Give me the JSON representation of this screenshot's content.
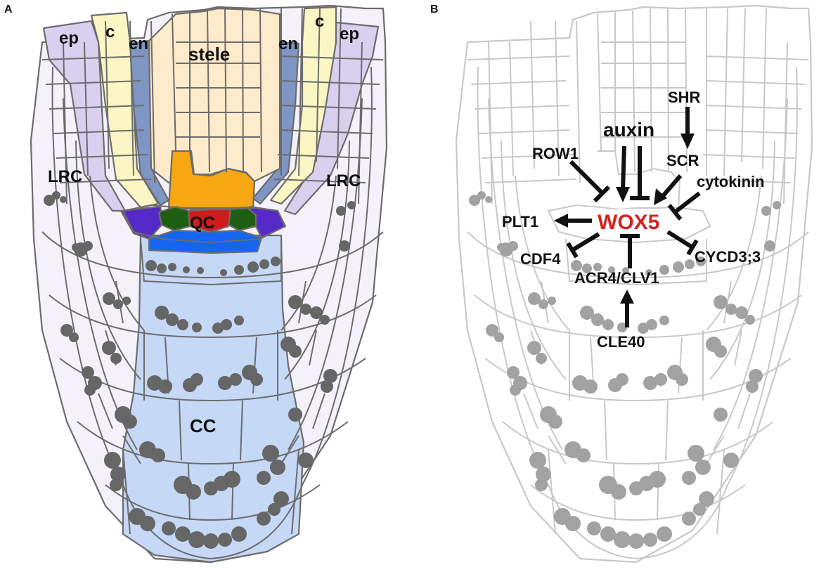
{
  "panels": {
    "a": {
      "letter": "A",
      "labels": {
        "ep_left": "ep",
        "c_left": "c",
        "en_left": "en",
        "stele": "stele",
        "en_right": "en",
        "c_right": "c",
        "ep_right": "ep",
        "lrc_left": "LRC",
        "lrc_right": "LRC",
        "qc": "QC",
        "cc": "CC"
      }
    },
    "b": {
      "letter": "B",
      "labels": {
        "auxin": "auxin",
        "shr": "SHR",
        "row1": "ROW1",
        "scr": "SCR",
        "cytokinin": "cytokinin",
        "wox5": "WOX5",
        "plt1": "PLT1",
        "cdf4": "CDF4",
        "cycd": "CYCD3;3",
        "acr4": "ACR4/CLV1",
        "cle40": "CLE40"
      }
    }
  },
  "colors": {
    "epidermis": "#d9d0f0",
    "columella_c": "#fbf6c4",
    "endodermis": "#7f96c4",
    "stele": "#fdebcb",
    "lrc": "#f5f1fb",
    "qc_stele_init": "#f7a712",
    "qc": "#d01c1c",
    "cortex_init": "#1e5e12",
    "lrc_init": "#5528c8",
    "columella_init": "#1565f0",
    "columella": "#c5d8f6",
    "amyloplast": "#666666",
    "outline": "#6c6c6c",
    "faded_outline": "#c8c8c8",
    "faded_fill": "#a2a2a2",
    "wox5": "#d62222",
    "arrow": "#111111"
  }
}
